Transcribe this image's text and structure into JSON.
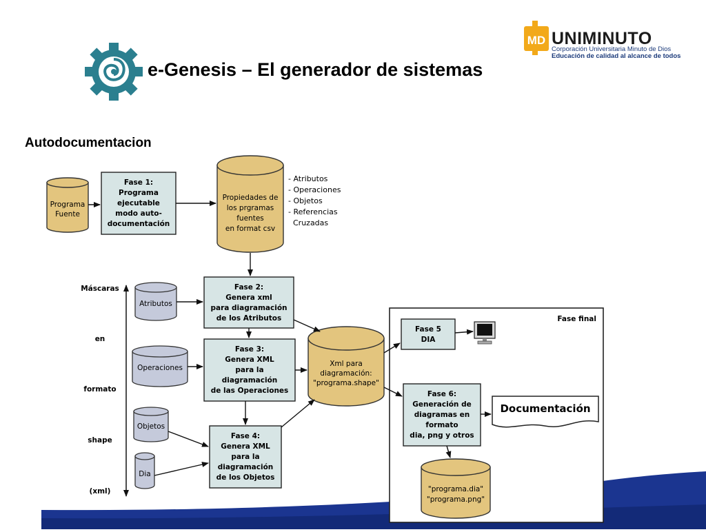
{
  "header": {
    "title": "e-Genesis – El generador de sistemas",
    "logo": {
      "name": "UNIMINUTO",
      "monogram": "MD",
      "line1": "Corporación Universitaria Minuto de Dios",
      "line2": "Educación de calidad al alcance de todos"
    },
    "gear_icon": "gear-icon"
  },
  "subtitle": "Autodocumentacion",
  "diagram": {
    "programa_fuente": [
      "Programa",
      "Fuente"
    ],
    "fase1": [
      "Fase 1:",
      "Programa",
      "ejecutable",
      "modo auto-",
      "documentación"
    ],
    "propiedades": [
      "Propiedades de",
      "los prgramas",
      "fuentes",
      "en format csv"
    ],
    "propiedades_list": [
      "- Atributos",
      "- Operaciones",
      "- Objetos",
      "- Referencias",
      "  Cruzadas"
    ],
    "mascaras": [
      "Máscaras",
      "en",
      "formato",
      "shape",
      "(xml)"
    ],
    "atributos": "Atributos",
    "operaciones": "Operaciones",
    "objetos": "Objetos",
    "dia": "Dia",
    "fase2": [
      "Fase 2:",
      "Genera xml",
      "para diagramación",
      "de los Atributos"
    ],
    "fase3": [
      "Fase 3:",
      "Genera XML",
      "para la",
      "diagramación",
      "de las Operaciones"
    ],
    "fase4": [
      "Fase 4:",
      "Genera XML",
      "para la",
      "diagramación",
      "de los Objetos"
    ],
    "xml_shape": [
      "Xml para",
      "diagramación:",
      "\"programa.shape\""
    ],
    "fase_final": "Fase final",
    "fase5": [
      "Fase 5",
      "DIA"
    ],
    "fase6": [
      "Fase 6:",
      "Generación de",
      "diagramas en",
      "formato",
      "dia, png y otros"
    ],
    "documentacion": "Documentación",
    "salidas": [
      "\"programa.dia\"",
      "\"programa.png\""
    ],
    "monitor_icon": "monitor-icon"
  },
  "colors": {
    "cylinder_tan": "#e3c57e",
    "cylinder_gray": "#c5cadb",
    "box_fill": "#d7e5e5",
    "gear_teal": "#2b7f8f",
    "swoosh_blue": "#1b3590",
    "logo_orange": "#f2a91a"
  }
}
